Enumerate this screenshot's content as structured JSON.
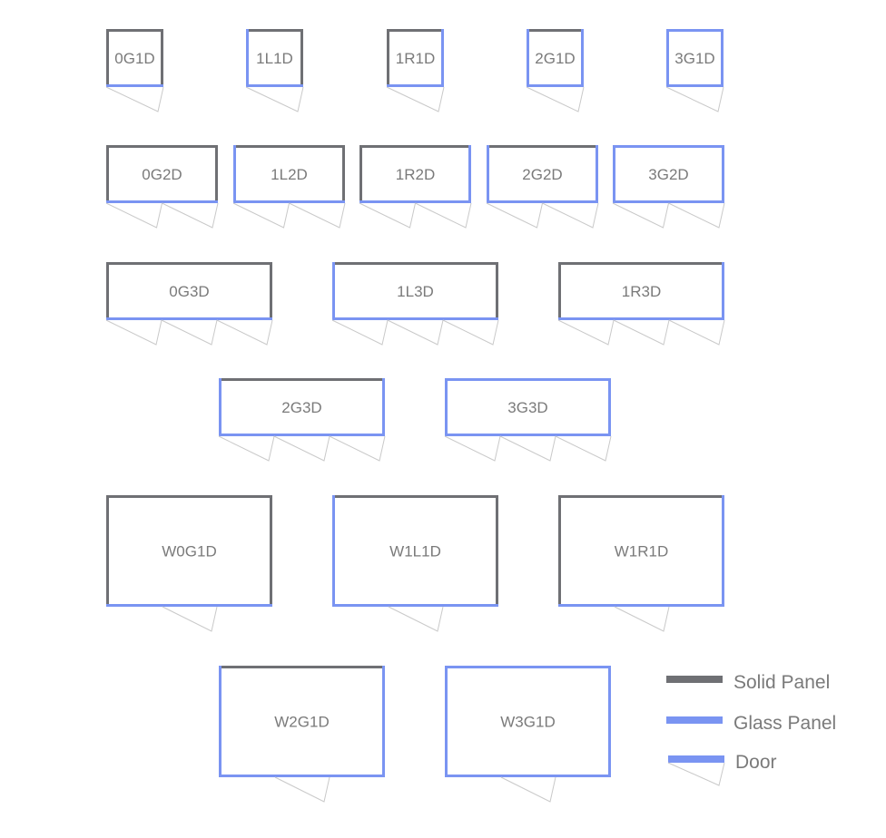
{
  "colors": {
    "solid": "#6f7074",
    "glass": "#7a94f2",
    "door": "#7a94f2",
    "door_swing": "#c9c9c9",
    "label": "#7a7a7a",
    "background": "#ffffff"
  },
  "units": [
    {
      "label": "0G1D",
      "left": "solid",
      "right": "solid",
      "doors": 1
    },
    {
      "label": "1L1D",
      "left": "glass",
      "right": "solid",
      "doors": 1
    },
    {
      "label": "1R1D",
      "left": "solid",
      "right": "glass",
      "doors": 1
    },
    {
      "label": "2G1D",
      "left": "glass",
      "right": "glass",
      "doors": 1
    },
    {
      "label": "3G1D",
      "left": "glass",
      "right": "glass",
      "doors": 1
    },
    {
      "label": "0G2D",
      "left": "solid",
      "right": "solid",
      "doors": 2
    },
    {
      "label": "1L2D",
      "left": "glass",
      "right": "solid",
      "doors": 2
    },
    {
      "label": "1R2D",
      "left": "solid",
      "right": "glass",
      "doors": 2
    },
    {
      "label": "2G2D",
      "left": "glass",
      "right": "glass",
      "doors": 2
    },
    {
      "label": "3G2D",
      "left": "glass",
      "right": "glass",
      "doors": 2
    },
    {
      "label": "0G3D",
      "left": "solid",
      "right": "solid",
      "doors": 3
    },
    {
      "label": "1L3D",
      "left": "glass",
      "right": "solid",
      "doors": 3
    },
    {
      "label": "1R3D",
      "left": "solid",
      "right": "glass",
      "doors": 3
    },
    {
      "label": "2G3D",
      "left": "glass",
      "right": "glass",
      "doors": 3
    },
    {
      "label": "3G3D",
      "left": "glass",
      "right": "glass",
      "doors": 3
    },
    {
      "label": "W0G1D",
      "left": "solid",
      "right": "solid",
      "doors": 1
    },
    {
      "label": "W1L1D",
      "left": "glass",
      "right": "solid",
      "doors": 1
    },
    {
      "label": "W1R1D",
      "left": "solid",
      "right": "glass",
      "doors": 1
    },
    {
      "label": "W2G1D",
      "left": "glass",
      "right": "glass",
      "doors": 1
    },
    {
      "label": "W3G1D",
      "left": "glass",
      "right": "glass",
      "doors": 1
    }
  ],
  "legend": {
    "solid": "Solid Panel",
    "glass": "Glass Panel",
    "door": "Door"
  }
}
